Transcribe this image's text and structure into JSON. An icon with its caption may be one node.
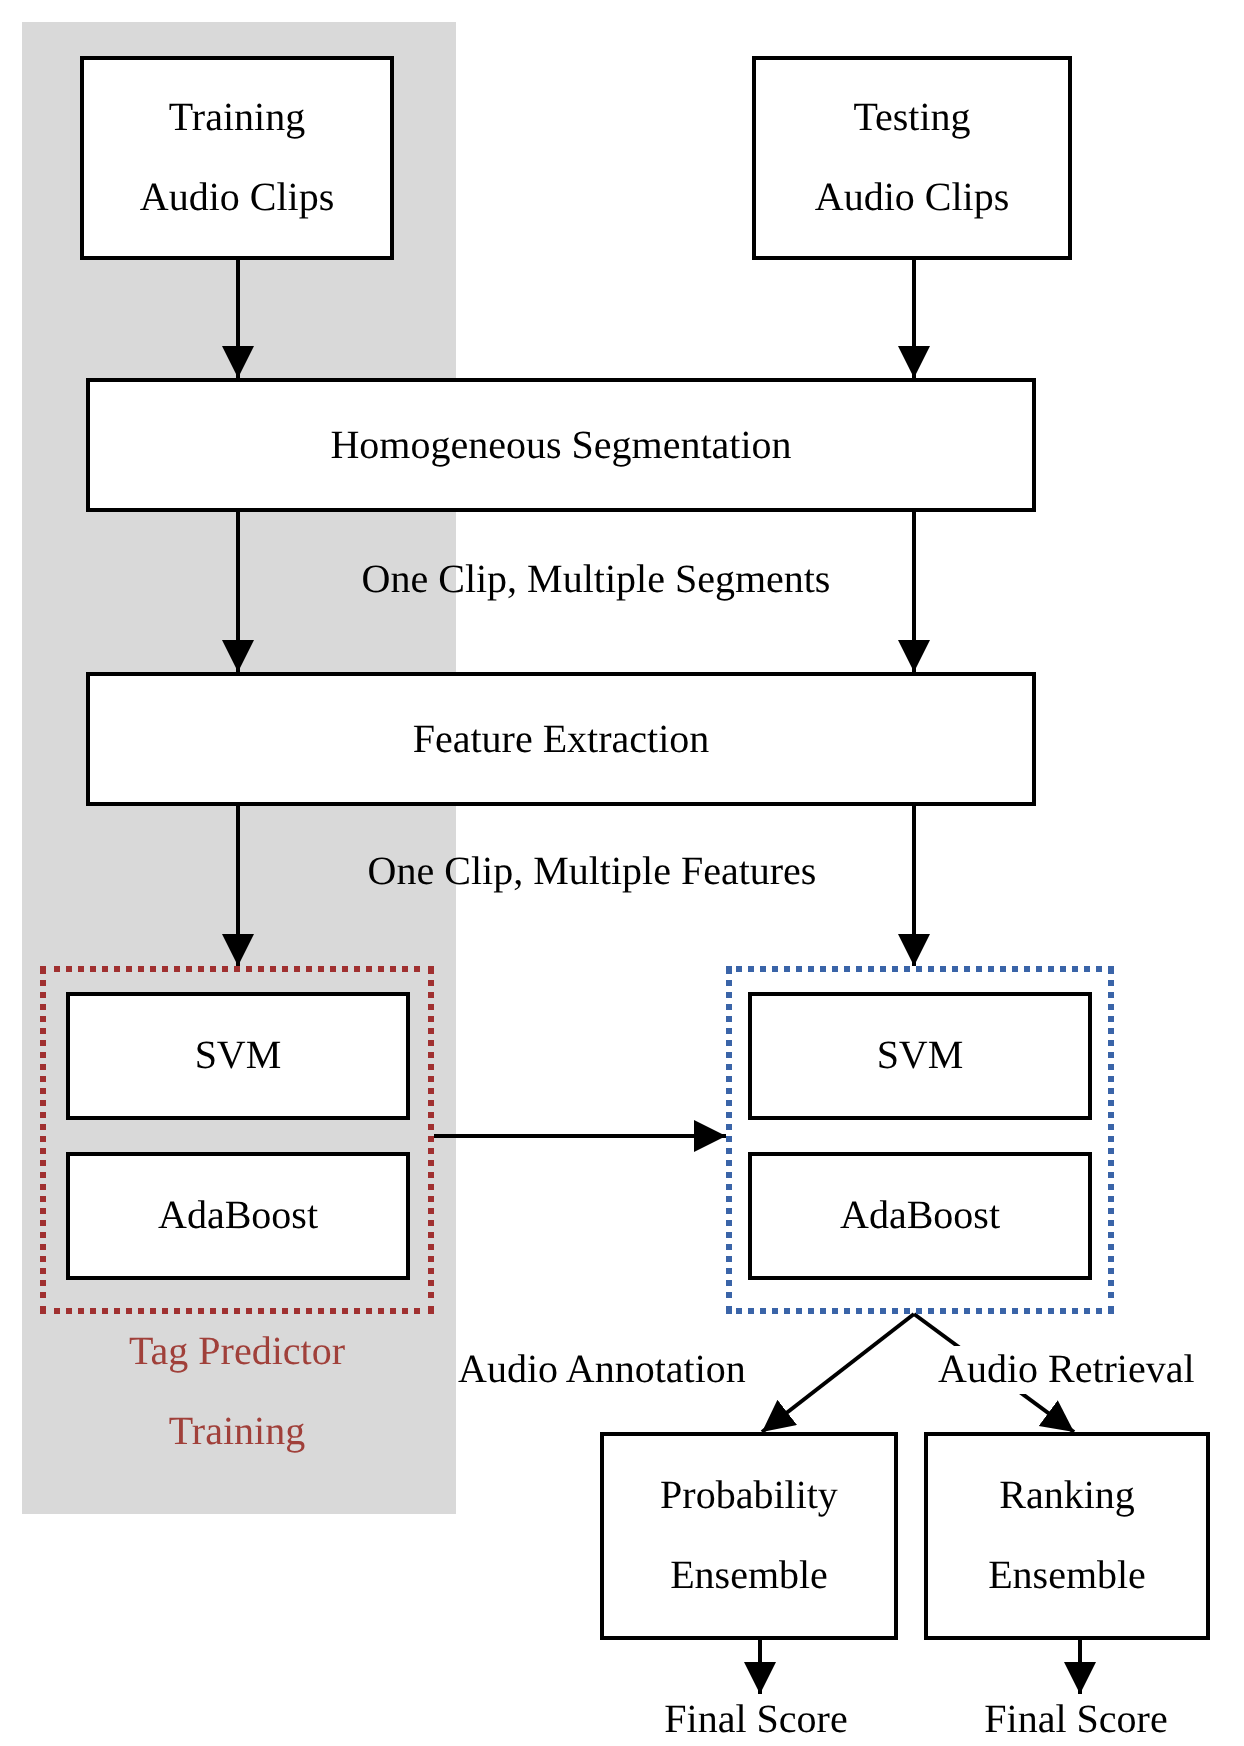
{
  "diagram": {
    "nodes": [
      {
        "text": [
          "Training Audio Clips"
        ]
      },
      {
        "text": [
          "Testing Audio Clips"
        ]
      },
      {
        "text": [
          "Homogeneous Segmentation"
        ]
      },
      {
        "text": [
          "Feature Extraction"
        ]
      },
      {
        "text": [
          "Tag Predictor Training"
        ]
      },
      {
        "text": [
          "SVM"
        ],
        "in": 4
      },
      {
        "text": [
          "AdaBoost"
        ],
        "in": 4
      },
      {
        "text": [],
        "shape": "box"
      },
      {
        "text": [
          "SVM"
        ],
        "in": 7
      },
      {
        "text": [
          "AdaBoost"
        ],
        "in": 7
      },
      {
        "text": [
          "Probability Ensemble"
        ]
      },
      {
        "text": [
          "Ranking Ensemble"
        ]
      },
      {
        "text": [
          "Final Score"
        ]
      },
      {
        "text": [
          "Final Score"
        ]
      }
    ],
    "edges": [
      {
        "from": 0,
        "to": 2,
        "arrow": "to"
      },
      {
        "from": 1,
        "to": 2,
        "arrow": "to"
      },
      {
        "from": 2,
        "to": 3,
        "arrow": "to"
      },
      {
        "from": 2,
        "to": 3,
        "arrow": "to"
      },
      {
        "from": 3,
        "to": 4,
        "arrow": "to"
      },
      {
        "from": 3,
        "to": 7,
        "arrow": "to"
      },
      {
        "from": 4,
        "to": 7,
        "arrow": "to"
      },
      {
        "from": 7,
        "to": 10,
        "arrow": "to",
        "label": "Audio Annotation"
      },
      {
        "from": 7,
        "to": 11,
        "arrow": "to",
        "label": "Audio Retrieval"
      },
      {
        "from": 10,
        "to": 12,
        "arrow": "to"
      },
      {
        "from": 11,
        "to": 13,
        "arrow": "to"
      }
    ],
    "labels": [
      "One Clip, Multiple Segments",
      "One Clip, Multiple Features"
    ]
  }
}
